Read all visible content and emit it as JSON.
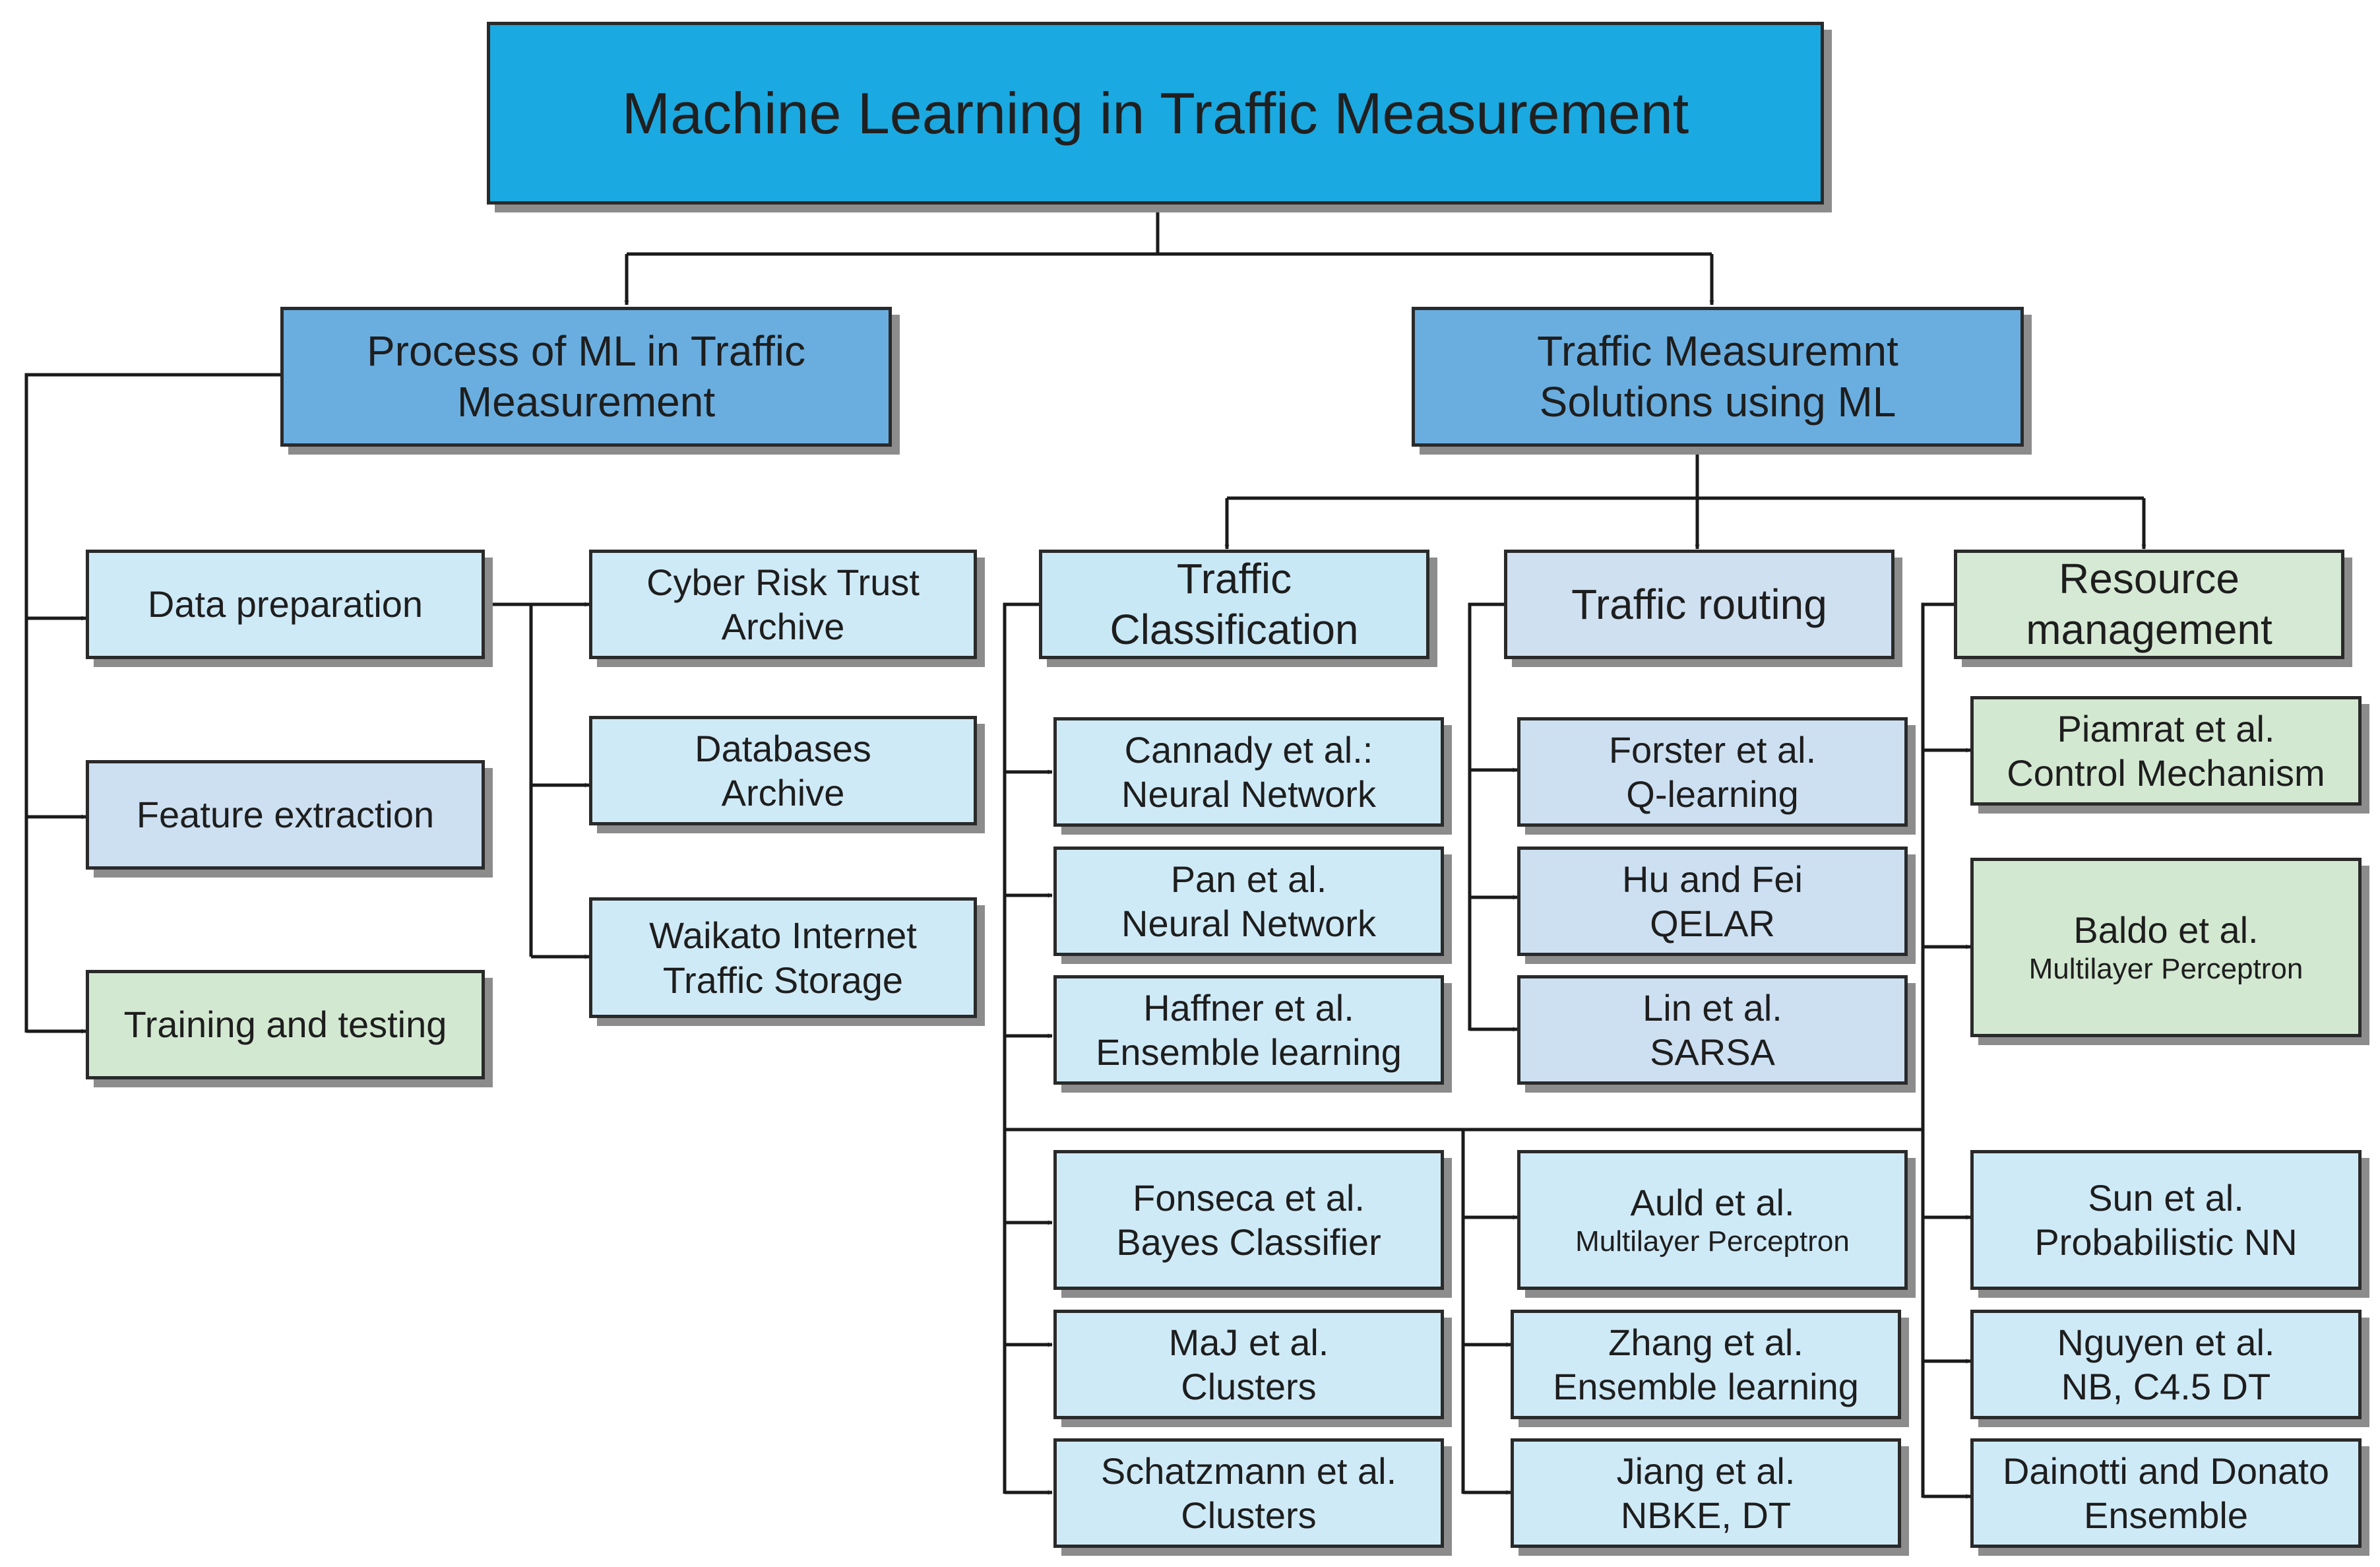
{
  "root": {
    "title": "Machine Learning in Traffic Measurement"
  },
  "process": {
    "title": [
      "Process of ML in Traffic",
      "Measurement"
    ],
    "steps": [
      {
        "label": "Data preparation"
      },
      {
        "label": "Feature extraction"
      },
      {
        "label": "Training and testing"
      }
    ],
    "datasets": [
      {
        "lines": [
          "Cyber Risk Trust",
          "Archive"
        ]
      },
      {
        "lines": [
          "Databases",
          "Archive"
        ]
      },
      {
        "lines": [
          "Waikato Internet",
          "Traffic Storage"
        ]
      }
    ]
  },
  "solutions": {
    "title": [
      "Traffic Measuremnt",
      "Solutions using ML"
    ],
    "classification": {
      "title": [
        "Traffic",
        "Classification"
      ],
      "items": [
        {
          "lines": [
            "Cannady et al.:",
            "Neural Network"
          ]
        },
        {
          "lines": [
            "Pan et al.",
            "Neural Network"
          ]
        },
        {
          "lines": [
            "Haffner et al.",
            "Ensemble learning"
          ]
        },
        {
          "lines": [
            "Fonseca et al.",
            "Bayes Classifier"
          ]
        },
        {
          "lines": [
            "MaJ et al.",
            "Clusters"
          ]
        },
        {
          "lines": [
            "Schatzmann et al.",
            "Clusters"
          ]
        }
      ]
    },
    "routing": {
      "title": [
        "Traffic routing"
      ],
      "items": [
        {
          "lines": [
            "Forster  et  al.",
            "Q-learning"
          ]
        },
        {
          "lines": [
            "Hu and Fei",
            "QELAR"
          ]
        },
        {
          "lines": [
            "Lin et al.",
            "SARSA"
          ]
        },
        {
          "lines": [
            "Auld et al.",
            "Multilayer Perceptron"
          ]
        },
        {
          "lines": [
            "Zhang et al.",
            "Ensemble learning"
          ]
        },
        {
          "lines": [
            "Jiang et al.",
            "NBKE, DT"
          ]
        }
      ]
    },
    "resource": {
      "title": [
        "Resource",
        "management"
      ],
      "items": [
        {
          "lines": [
            "Piamrat et al.",
            "Control Mechanism"
          ]
        },
        {
          "lines": [
            "Baldo et al.",
            "Multilayer Perceptron"
          ]
        },
        {
          "lines": [
            "Sun et al.",
            "Probabilistic NN"
          ]
        },
        {
          "lines": [
            "Nguyen et al.",
            "NB, C4.5 DT"
          ]
        },
        {
          "lines": [
            "Dainotti and Donato",
            "Ensemble"
          ]
        }
      ]
    }
  }
}
